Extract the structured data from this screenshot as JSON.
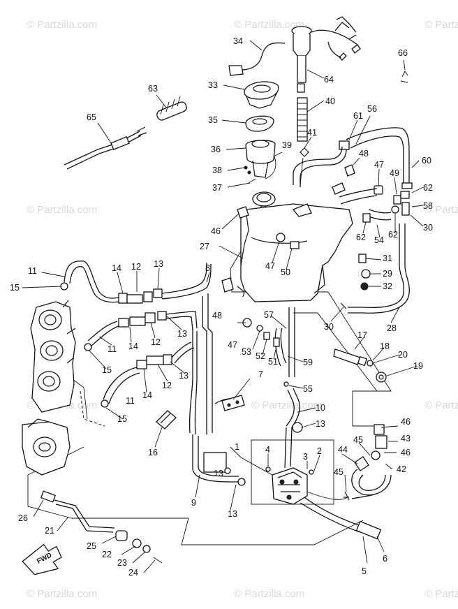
{
  "watermark": {
    "brand": "© Partzilla.com",
    "center_brand": "Partzilla.com"
  },
  "direction_marker": "FWD",
  "callouts": [
    "1",
    "2",
    "3",
    "4",
    "5",
    "6",
    "7",
    "8",
    "9",
    "10",
    "11",
    "12",
    "13",
    "14",
    "15",
    "16",
    "17",
    "18",
    "19",
    "20",
    "21",
    "22",
    "23",
    "24",
    "25",
    "26",
    "27",
    "28",
    "29",
    "30",
    "31",
    "32",
    "33",
    "34",
    "35",
    "36",
    "37",
    "38",
    "39",
    "40",
    "41",
    "42",
    "43",
    "44",
    "45",
    "46",
    "47",
    "48",
    "49",
    "50",
    "51",
    "52",
    "53",
    "54",
    "55",
    "56",
    "57",
    "58",
    "59",
    "60",
    "61",
    "62",
    "63",
    "64",
    "65",
    "66"
  ]
}
